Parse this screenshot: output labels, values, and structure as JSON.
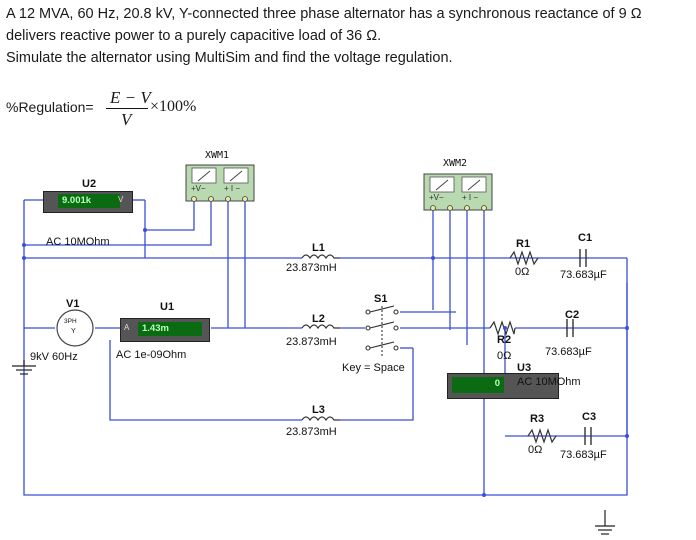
{
  "question": {
    "line1": "A 12 MVA, 60 Hz, 20.8 kV, Y-connected three phase alternator has a synchronous reactance of 9 Ω",
    "line2": "delivers reactive power to a purely capacitive load of 36 Ω.",
    "line3": "Simulate the alternator using MultiSim and find the voltage regulation.",
    "formula_prefix": "%Regulation=",
    "numerator": "E − V",
    "denominator": "V",
    "multiplier": "×100%"
  },
  "circuit": {
    "wattmeter1": {
      "name": "XWM1",
      "v": "+V−",
      "i": "+ I −"
    },
    "wattmeter2": {
      "name": "XWM2",
      "v": "+V−",
      "i": "+ I −"
    },
    "u2": {
      "name": "U2",
      "reading": "9.001k",
      "spec": "AC  10MOhm",
      "pol": "V"
    },
    "u1": {
      "name": "U1",
      "reading": "1.43m",
      "spec": "AC  1e-09Ohm",
      "pol": "A"
    },
    "u3": {
      "name": "U3",
      "reading": "0",
      "spec": "AC  10MOhm"
    },
    "source": {
      "name": "V1",
      "symbol_top": "3PH",
      "symbol_bot": "Y",
      "spec": "9kV 60Hz"
    },
    "l1": {
      "name": "L1",
      "value": "23.873mH"
    },
    "l2": {
      "name": "L2",
      "value": "23.873mH"
    },
    "l3": {
      "name": "L3",
      "value": "23.873mH"
    },
    "switch": {
      "name": "S1",
      "key": "Key = Space"
    },
    "r1": {
      "name": "R1",
      "value": "0Ω"
    },
    "r2": {
      "name": "R2",
      "value": "0Ω"
    },
    "r3": {
      "name": "R3",
      "value": "0Ω"
    },
    "c1": {
      "name": "C1",
      "value": "73.683µF"
    },
    "c2": {
      "name": "C2",
      "value": "73.683µF"
    },
    "c3": {
      "name": "C3",
      "value": "73.683µF"
    }
  },
  "colors": {
    "wire": "#3a4fd6",
    "meter_face": "#b9d9b0",
    "lcd": "#0a6b12"
  }
}
